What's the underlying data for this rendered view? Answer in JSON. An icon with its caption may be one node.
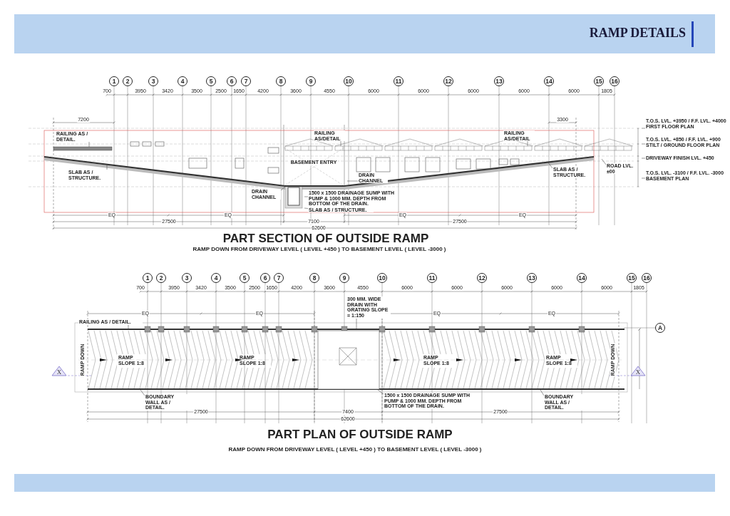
{
  "diagram": {
    "title": "RAMP DETAILS",
    "nodes": [
      {
        "text": [
          "1"
        ]
      },
      {
        "text": [
          "2"
        ]
      },
      {
        "text": [
          "3"
        ]
      },
      {
        "text": [
          "4"
        ]
      },
      {
        "text": [
          "5"
        ]
      },
      {
        "text": [
          "6"
        ]
      },
      {
        "text": [
          "7"
        ]
      },
      {
        "text": [
          "8"
        ]
      },
      {
        "text": [
          "9"
        ]
      },
      {
        "text": [
          "10"
        ]
      },
      {
        "text": [
          "11"
        ]
      },
      {
        "text": [
          "12"
        ]
      },
      {
        "text": [
          "13"
        ]
      },
      {
        "text": [
          "14"
        ]
      },
      {
        "text": [
          "15"
        ]
      },
      {
        "text": [
          "16"
        ]
      },
      {
        "text": [
          "RAILING AS / DETAIL."
        ]
      },
      {
        "text": [
          "RAILING AS/DETAIL"
        ]
      },
      {
        "text": [
          "RAILING AS/DETAIL"
        ]
      },
      {
        "text": [
          "SLAB AS / STRUCTURE."
        ]
      },
      {
        "text": [
          "DRAIN CHANNEL"
        ]
      },
      {
        "text": [
          "DRAIN CHANNEL"
        ]
      },
      {
        "text": [
          "1500 x 1500 DRAINAGE SUMP WITH PUMP & 1000 MM. DEPTH FROM BOTTOM OF THE DRAIN."
        ]
      },
      {
        "text": [
          "SLAB AS / STRUCTURE."
        ]
      },
      {
        "text": [
          "SLAB AS / STRUCTURE."
        ]
      },
      {
        "text": [
          "T.O.S. LVL. +3950 / F.F. LVL. +4000 FIRST FLOOR PLAN"
        ]
      },
      {
        "text": [
          "T.O.S. LVL. +850 / F.F. LVL. +900 STILT / GROUND FLOOR PLAN"
        ]
      },
      {
        "text": [
          "DRIVEWAY FINISH LVL. +450"
        ]
      },
      {
        "text": [
          "T.O.S. LVL. -3100 / F.F. LVL. -3000 BASEMENT PLAN"
        ]
      },
      {
        "text": [
          "ROAD LVL. ±00"
        ]
      },
      {
        "text": [
          "1"
        ]
      },
      {
        "text": [
          "2"
        ]
      },
      {
        "text": [
          "3"
        ]
      },
      {
        "text": [
          "4"
        ]
      },
      {
        "text": [
          "5"
        ]
      },
      {
        "text": [
          "6"
        ]
      },
      {
        "text": [
          "7"
        ]
      },
      {
        "text": [
          "8"
        ]
      },
      {
        "text": [
          "9"
        ]
      },
      {
        "text": [
          "10"
        ]
      },
      {
        "text": [
          "11"
        ]
      },
      {
        "text": [
          "12"
        ]
      },
      {
        "text": [
          "13"
        ]
      },
      {
        "text": [
          "14"
        ]
      },
      {
        "text": [
          "15"
        ]
      },
      {
        "text": [
          "16"
        ]
      },
      {
        "text": [
          "A"
        ]
      },
      {
        "text": [
          "X"
        ]
      },
      {
        "text": [
          "X"
        ]
      },
      {
        "text": [
          "RAILING AS / DETAIL."
        ]
      },
      {
        "text": [
          "BOUNDARY WALL AS / DETAIL."
        ]
      },
      {
        "text": [
          "BOUNDARY WALL AS / DETAIL."
        ]
      },
      {
        "text": [
          "300 MM. WIDE DRAIN WITH GRATING SLOPE = 1:150"
        ]
      },
      {
        "text": [
          "1500 x 1500 DRAINAGE SUMP WITH PUMP & 1000 MM. DEPTH FROM BOTTOM OF THE DRAIN."
        ]
      }
    ],
    "edges": [
      {
        "from": 16,
        "to": null,
        "arrow": "none"
      },
      {
        "from": 17,
        "to": null,
        "arrow": "none"
      },
      {
        "from": 18,
        "to": null,
        "arrow": "none"
      },
      {
        "from": 19,
        "to": null,
        "arrow": "none"
      },
      {
        "from": 20,
        "to": null,
        "arrow": "none"
      },
      {
        "from": 21,
        "to": null,
        "arrow": "none"
      },
      {
        "from": 22,
        "to": null,
        "arrow": "none"
      },
      {
        "from": 23,
        "to": null,
        "arrow": "none"
      },
      {
        "from": 24,
        "to": null,
        "arrow": "none"
      },
      {
        "from": 25,
        "to": null,
        "arrow": "none"
      },
      {
        "from": 26,
        "to": null,
        "arrow": "none"
      },
      {
        "from": 27,
        "to": null,
        "arrow": "none"
      },
      {
        "from": 28,
        "to": null,
        "arrow": "none"
      },
      {
        "from": 29,
        "to": null,
        "arrow": "none"
      },
      {
        "from": 49,
        "to": null,
        "arrow": "none"
      },
      {
        "from": 50,
        "to": null,
        "arrow": "none"
      },
      {
        "from": 51,
        "to": null,
        "arrow": "none"
      },
      {
        "from": 52,
        "to": null,
        "arrow": "none"
      },
      {
        "from": 53,
        "to": null,
        "arrow": "none"
      }
    ],
    "labels": [
      "700",
      "3950",
      "3420",
      "3500",
      "2500",
      "1650",
      "4200",
      "3600",
      "4550",
      "6000",
      "6000",
      "6000",
      "6000",
      "6000",
      "1805",
      "7200",
      "3300",
      "BASEMENT ENTRY",
      "EQ",
      "EQ",
      "EQ",
      "EQ",
      "27500",
      "7100",
      "27500",
      "62600",
      "PART SECTION OF OUTSIDE RAMP",
      "RAMP DOWN FROM DRIVEWAY LEVEL ( LEVEL +450 ) TO BASEMENT LEVEL ( LEVEL -3000 )",
      "700",
      "3950",
      "3420",
      "3500",
      "2500",
      "1650",
      "4200",
      "3600",
      "4550",
      "6000",
      "6000",
      "6000",
      "6000",
      "6000",
      "1805",
      "EQ",
      "EQ",
      "EQ",
      "EQ",
      "RAMP DOWN",
      "RAMP SLOPE 1:8",
      "RAMP SLOPE 1:8",
      "RAMP SLOPE 1:8",
      "RAMP SLOPE 1:8",
      "RAMP DOWN",
      "27500",
      "7400",
      "27500",
      "62600",
      "PART PLAN OF OUTSIDE RAMP",
      "RAMP DOWN FROM DRIVEWAY LEVEL ( LEVEL +450 ) TO BASEMENT LEVEL ( LEVEL -3000 )"
    ]
  }
}
